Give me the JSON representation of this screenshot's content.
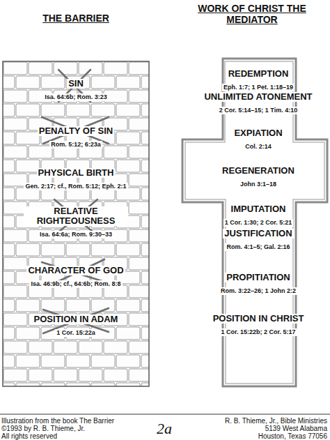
{
  "diagram": {
    "nodes": [
      {
        "text": [
          "THE BARRIER"
        ]
      },
      {
        "text": [
          "SIN",
          "Isa. 64:6b; Rom. 3:23"
        ],
        "in": 0
      },
      {
        "text": [
          "PENALTY OF SIN",
          "Rom. 5:12; 6:23a"
        ],
        "in": 0
      },
      {
        "text": [
          "PHYSICAL BIRTH",
          "Gen. 2:17; cf., Rom. 5:12; Eph. 2:1"
        ],
        "in": 0
      },
      {
        "text": [
          "RELATIVE RIGHTEOUSNESS",
          "Isa. 64:6a; Rom. 9:30–33"
        ],
        "in": 0
      },
      {
        "text": [
          "CHARACTER OF GOD",
          "Isa. 46:9b; cf., 64:6b; Rom. 8:8"
        ],
        "in": 0
      },
      {
        "text": [
          "POSITION IN ADAM",
          "1 Cor. 15:22a"
        ],
        "in": 0
      },
      {
        "text": [
          "WORK OF CHRIST THE MEDIATOR"
        ]
      },
      {
        "text": [
          "REDEMPTION",
          "Eph. 1:7; 1 Pet. 1:18–19"
        ],
        "in": 7
      },
      {
        "text": [
          "UNLIMITED ATONEMENT",
          "2 Cor. 5:14–15; 1 Tim. 4:10"
        ],
        "in": 7
      },
      {
        "text": [
          "EXPIATION",
          "Col. 2:14"
        ],
        "in": 7
      },
      {
        "text": [
          "REGENERATION",
          "John 3:1–18"
        ],
        "in": 7
      },
      {
        "text": [
          "IMPUTATION",
          "1 Cor. 1:30; 2 Cor. 5:21"
        ],
        "in": 7
      },
      {
        "text": [
          "JUSTIFICATION",
          "Rom. 4:1–5; Gal. 2:16"
        ],
        "in": 7
      },
      {
        "text": [
          "PROPITIATION",
          "Rom. 3:22–26; 1 John 2:2"
        ],
        "in": 7
      },
      {
        "text": [
          "POSITION IN CHRIST",
          "1 Cor. 15:22b; 2 Cor. 5:17"
        ],
        "in": 7
      }
    ],
    "labels": [
      "Illustration from the book The Barrier",
      "©1993 by R. B. Thieme, Jr.",
      "All rights reserved",
      "2a",
      "R. B. Thieme, Jr., Bible Ministries",
      "5139 West Alabama",
      "Houston, Texas 77056"
    ]
  }
}
